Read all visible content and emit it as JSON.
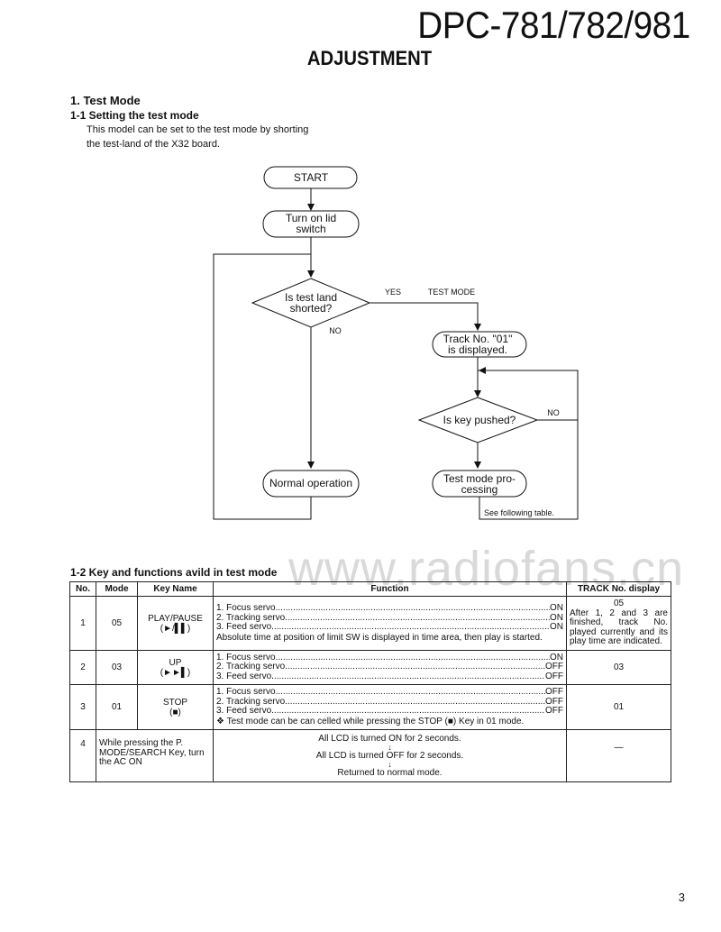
{
  "header": {
    "model": "DPC-781/782/981",
    "section": "ADJUSTMENT"
  },
  "test_mode": {
    "heading": "1. Test Mode",
    "subheading": "1-1 Setting the test mode",
    "para_line1": "This model can be set to the test mode by shorting",
    "para_line2": "the test-land of the X32 board."
  },
  "flowchart": {
    "start": "START",
    "turn_on_1": "Turn on lid",
    "turn_on_2": "switch",
    "test_land_1": "Is test land",
    "test_land_2": "shorted?",
    "yes": "YES",
    "test_mode": "TEST MODE",
    "no_1": "NO",
    "track_1": "Track No. \"01\"",
    "track_2": "is displayed.",
    "key_pushed": "Is key pushed?",
    "no_2": "NO",
    "normal": "Normal operation",
    "processing_1": "Test mode pro-",
    "processing_2": "cessing",
    "see_table": "See following table."
  },
  "watermark": "www.radiofans.cn",
  "table": {
    "heading": "1-2 Key and functions avild in test mode",
    "headers": [
      "No.",
      "Mode",
      "Key Name",
      "Function",
      "TRACK No. display"
    ],
    "rows": [
      {
        "no": "1",
        "mode": "05",
        "key": "PLAY/PAUSE",
        "key_sym": "(►/▌▌)",
        "lines": [
          {
            "label": "1. Focus servo",
            "value": "ON"
          },
          {
            "label": "2. Tracking servo",
            "value": "ON"
          },
          {
            "label": "3. Feed servo",
            "value": "ON"
          }
        ],
        "note": "Absolute time at position of limit SW is displayed in time area, then play is started.",
        "track_line1": "05",
        "track_line2": "After 1, 2 and 3 are finished, track No. played currently and its play time are indicated."
      },
      {
        "no": "2",
        "mode": "03",
        "key": "UP",
        "key_sym": "(►►▌)",
        "lines": [
          {
            "label": "1. Focus servo",
            "value": "ON"
          },
          {
            "label": "2. Tracking servo",
            "value": "OFF"
          },
          {
            "label": "3. Feed servo",
            "value": "OFF"
          }
        ],
        "track_line1": "03"
      },
      {
        "no": "3",
        "mode": "01",
        "key": "STOP",
        "key_sym": "(■)",
        "lines": [
          {
            "label": "1. Focus servo",
            "value": "OFF"
          },
          {
            "label": "2. Tracking servo",
            "value": "OFF"
          },
          {
            "label": "3. Feed servo",
            "value": "OFF"
          }
        ],
        "note": "❖ Test mode can be can celled while pressing the STOP (■) Key in 01 mode.",
        "track_line1": "01"
      },
      {
        "no": "4",
        "mode_span": "While pressing the P. MODE/SEARCH Key, turn the AC ON",
        "lcd1": "All LCD is turned ON for 2 seconds.",
        "lcd2": "All LCD is turned OFF for 2 seconds.",
        "lcd3": "Returned to normal mode.",
        "arrow": "↓",
        "track_line1": "—"
      }
    ]
  },
  "page_number": "3"
}
